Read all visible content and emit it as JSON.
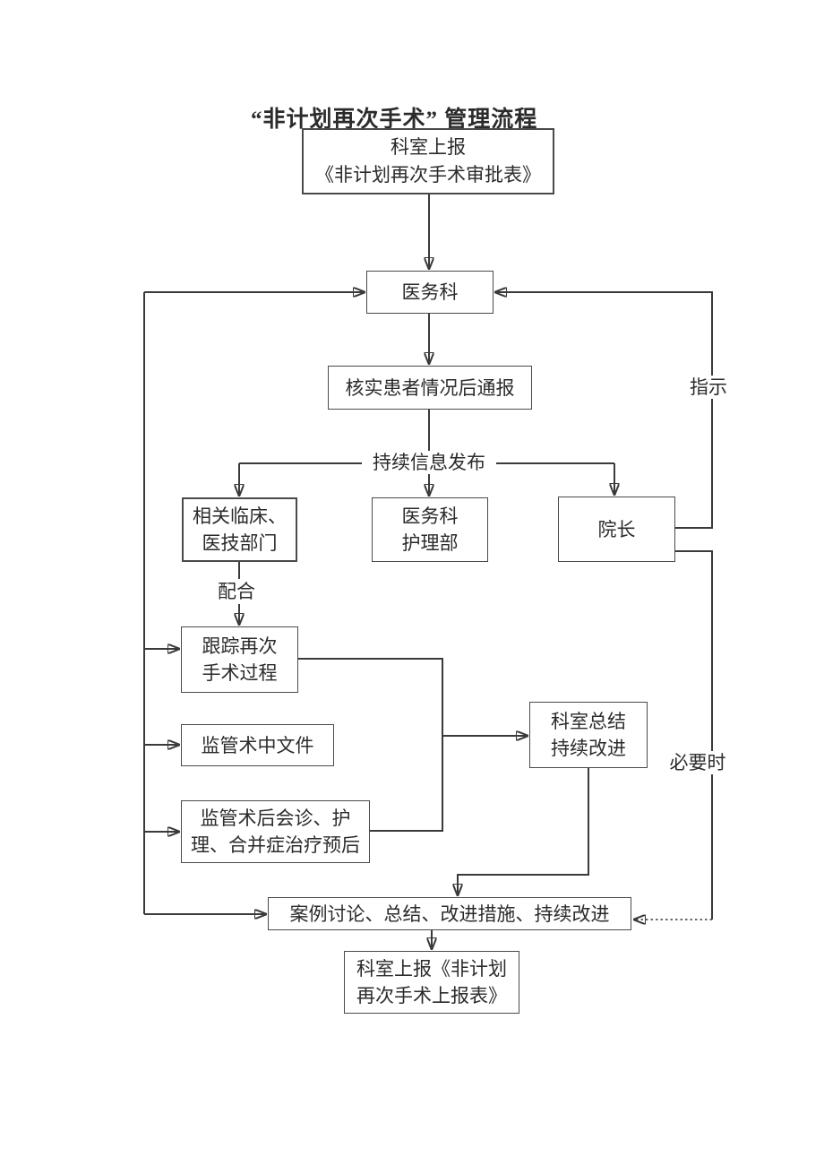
{
  "title": "“非计划再次手术” 管理流程",
  "nodes": {
    "report_approval": "科室上报\n《非计划再次手术审批表》",
    "medical_dept": "医务科",
    "verify_notify": "核实患者情况后通报",
    "clinical_depts": "相关临床、\n医技部门",
    "medical_nursing": "医务科\n护理部",
    "president": "院长",
    "track_process": "跟踪再次\n手术过程",
    "supervise_docs": "监管术中文件",
    "supervise_post": "监管术后会诊、护\n理、合并症治疗预后",
    "dept_summary": "科室总结\n持续改进",
    "case_discussion": "案例讨论、总结、改进措施、持续改进",
    "report_form": "科室上报《非计划\n再次手术上报表》"
  },
  "labels": {
    "info_release": "持续信息发布",
    "cooperate": "配合",
    "instruct": "指示",
    "when_necessary": "必要时"
  },
  "colors": {
    "line": "#3a3a3a",
    "border": "#4a4a4a",
    "text": "#2b2b2b",
    "background": "#ffffff"
  }
}
